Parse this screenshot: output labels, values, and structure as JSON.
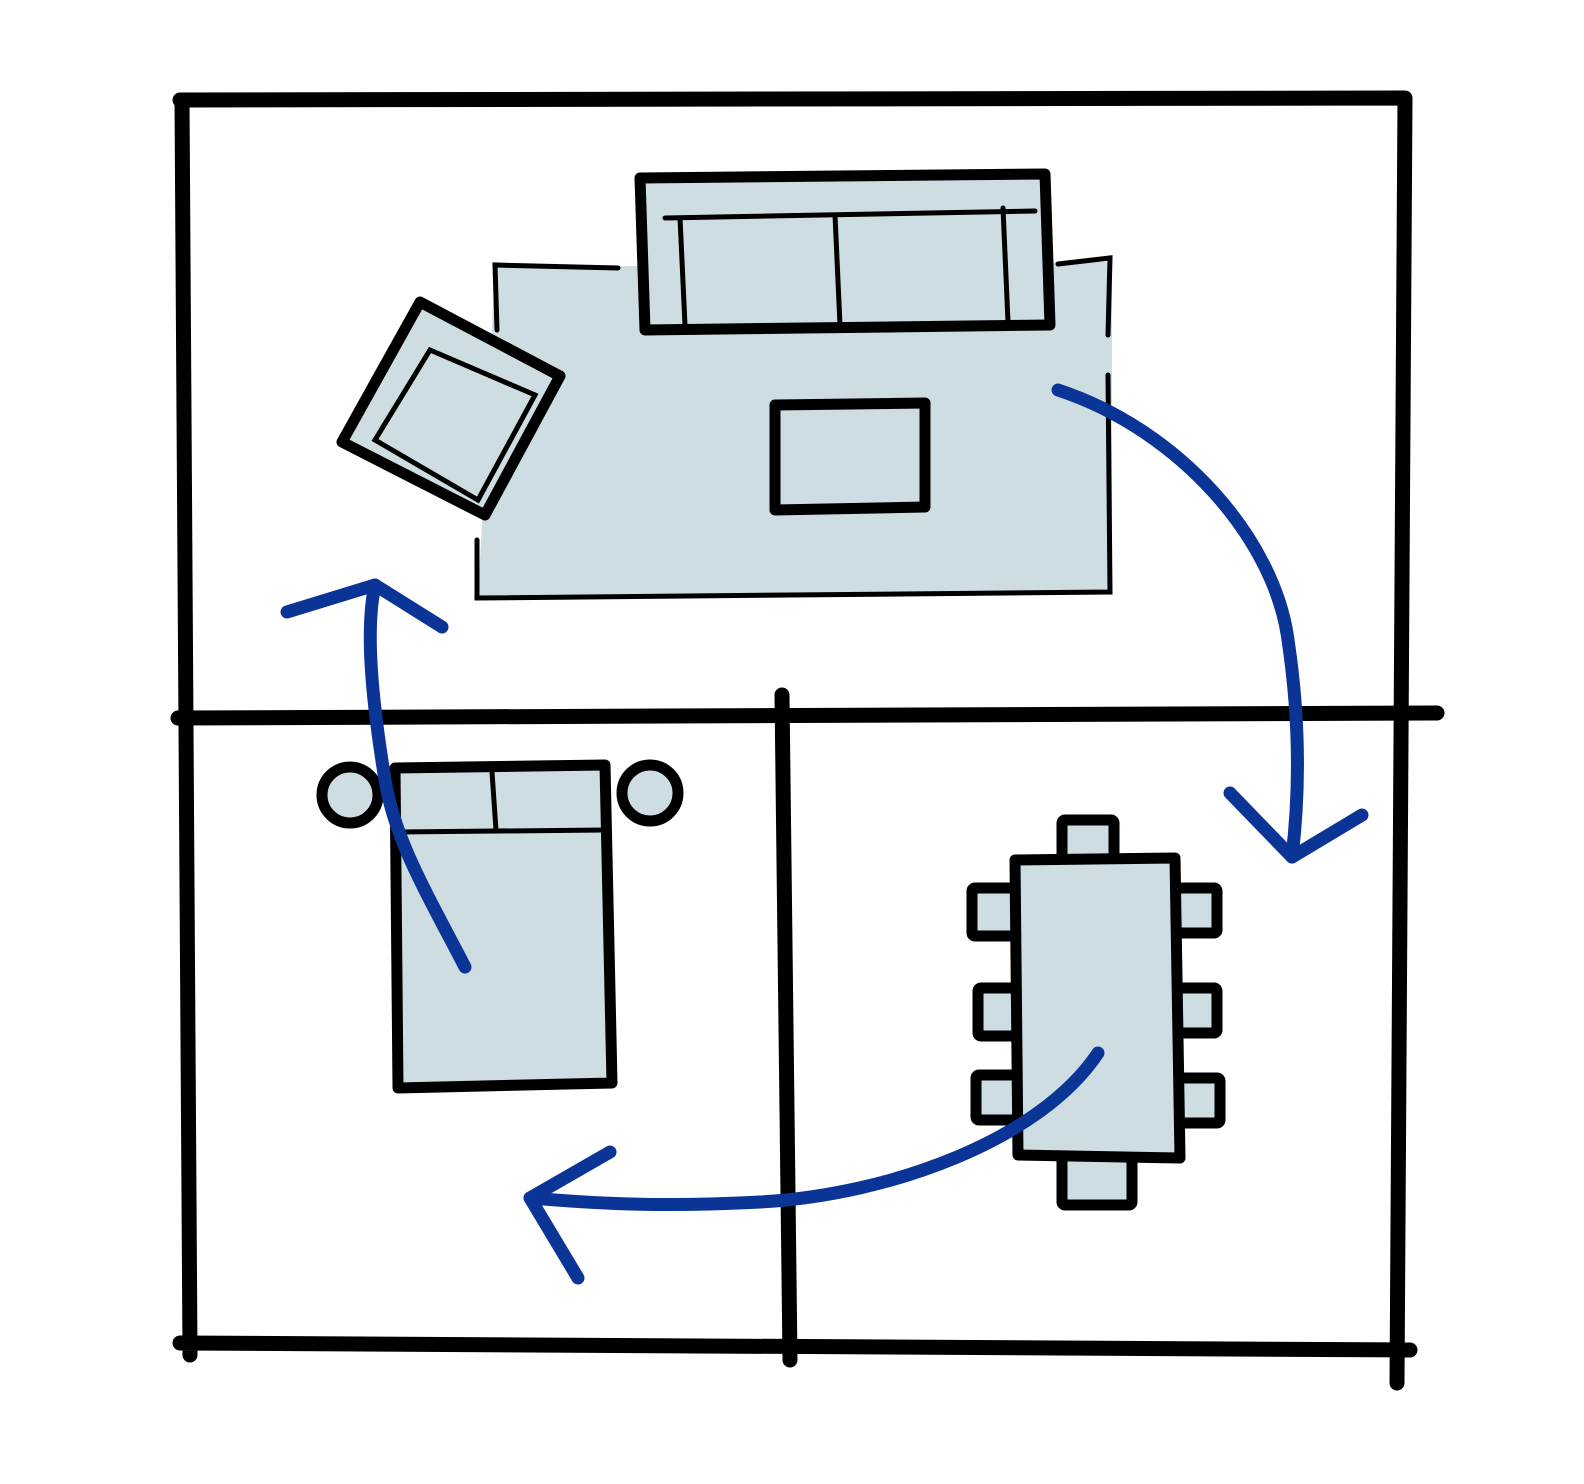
{
  "diagram": {
    "type": "floor-plan-flow",
    "colors": {
      "background": "#ffffff",
      "wall": "#000000",
      "furniture_fill": "#cddde2",
      "flow_arrow": "#0a3496"
    },
    "rooms": [
      {
        "id": "living-room",
        "furniture": [
          "rug",
          "sofa",
          "armchair",
          "coffee-table"
        ]
      },
      {
        "id": "bedroom",
        "furniture": [
          "bed",
          "pillows",
          "nightstand-left",
          "nightstand-right"
        ]
      },
      {
        "id": "dining-room",
        "furniture": [
          "dining-table",
          "chairs"
        ]
      }
    ],
    "flow_arrows": [
      {
        "from": "living-room",
        "to": "dining-room"
      },
      {
        "from": "dining-room",
        "to": "bedroom"
      },
      {
        "from": "bedroom",
        "to": "living-room"
      }
    ],
    "dining_chair_count": 8
  }
}
